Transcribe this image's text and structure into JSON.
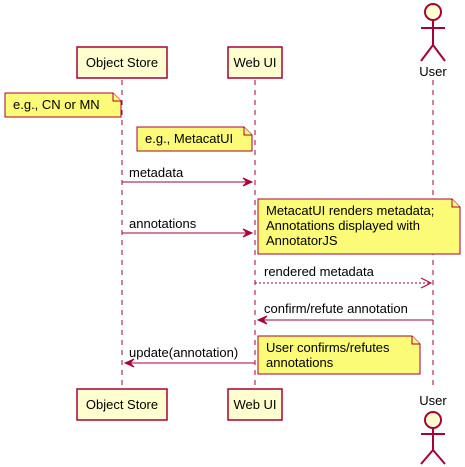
{
  "participants": {
    "object_store": "Object Store",
    "web_ui": "Web UI",
    "user": "User"
  },
  "notes": {
    "n1": "e.g., CN or MN",
    "n2": "e.g., MetacatUI",
    "n3": [
      "MetacatUI renders metadata;",
      "Annotations displayed with",
      "AnnotatorJS"
    ],
    "n4": [
      "User confirms/refutes",
      "annotations"
    ]
  },
  "messages": {
    "m1": "metadata",
    "m2": "annotations",
    "m3": "rendered metadata",
    "m4": "confirm/refute annotation",
    "m5": "update(annotation)"
  },
  "colors": {
    "participant_fill": "#FEFECE",
    "line": "#A80036",
    "note_fill": "#FBFB77"
  }
}
